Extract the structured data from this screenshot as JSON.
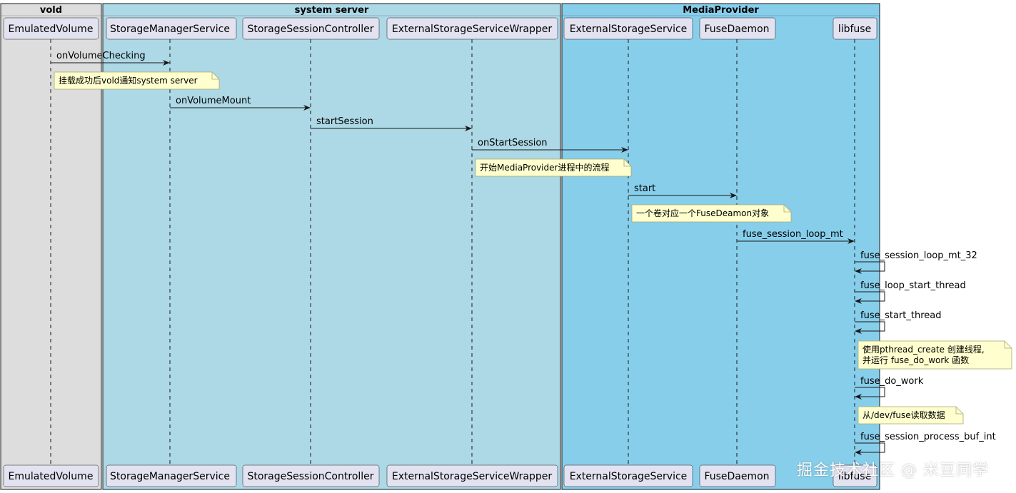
{
  "groups": [
    {
      "title": "vold",
      "fill": "#dddddd"
    },
    {
      "title": "system server",
      "fill": "#add8e6"
    },
    {
      "title": "MediaProvider",
      "fill": "#87ceeb"
    }
  ],
  "participants": [
    {
      "id": "ev",
      "label": "EmulatedVolume"
    },
    {
      "id": "sms",
      "label": "StorageManagerService"
    },
    {
      "id": "ssc",
      "label": "StorageSessionController"
    },
    {
      "id": "essw",
      "label": "ExternalStorageServiceWrapper"
    },
    {
      "id": "ess",
      "label": "ExternalStorageService"
    },
    {
      "id": "fd",
      "label": "FuseDaemon"
    },
    {
      "id": "lf",
      "label": "libfuse"
    }
  ],
  "messages": [
    {
      "from": "ev",
      "to": "sms",
      "label": "onVolumeChecking"
    },
    {
      "from": "sms",
      "to": "ssc",
      "label": "onVolumeMount"
    },
    {
      "from": "ssc",
      "to": "essw",
      "label": "startSession"
    },
    {
      "from": "essw",
      "to": "ess",
      "label": "onStartSession"
    },
    {
      "from": "ess",
      "to": "fd",
      "label": "start"
    },
    {
      "from": "fd",
      "to": "lf",
      "label": "fuse_session_loop_mt"
    },
    {
      "from": "lf",
      "to": "lf",
      "label": "fuse_session_loop_mt_32"
    },
    {
      "from": "lf",
      "to": "lf",
      "label": "fuse_loop_start_thread"
    },
    {
      "from": "lf",
      "to": "lf",
      "label": "fuse_start_thread"
    },
    {
      "from": "lf",
      "to": "lf",
      "label": "fuse_do_work"
    },
    {
      "from": "lf",
      "to": "lf",
      "label": "fuse_session_process_buf_int"
    }
  ],
  "notes": [
    {
      "lines": [
        "挂载成功后vold通知system server"
      ]
    },
    {
      "lines": [
        "开始MediaProvider进程中的流程"
      ]
    },
    {
      "lines": [
        "一个卷对应一个FuseDeamon对象"
      ]
    },
    {
      "lines": [
        "使用pthread_create 创建线程,",
        "并运行 fuse_do_work 函数"
      ]
    },
    {
      "lines": [
        "从/dev/fuse读取数据"
      ]
    }
  ],
  "colors": {
    "participant_fill": "#e2e2f0",
    "participant_border": "#181818",
    "note_fill": "#fefece",
    "note_border": "#a8a871",
    "line": "#181818"
  },
  "watermark": "掘金技术社区 @ 米豆同学"
}
